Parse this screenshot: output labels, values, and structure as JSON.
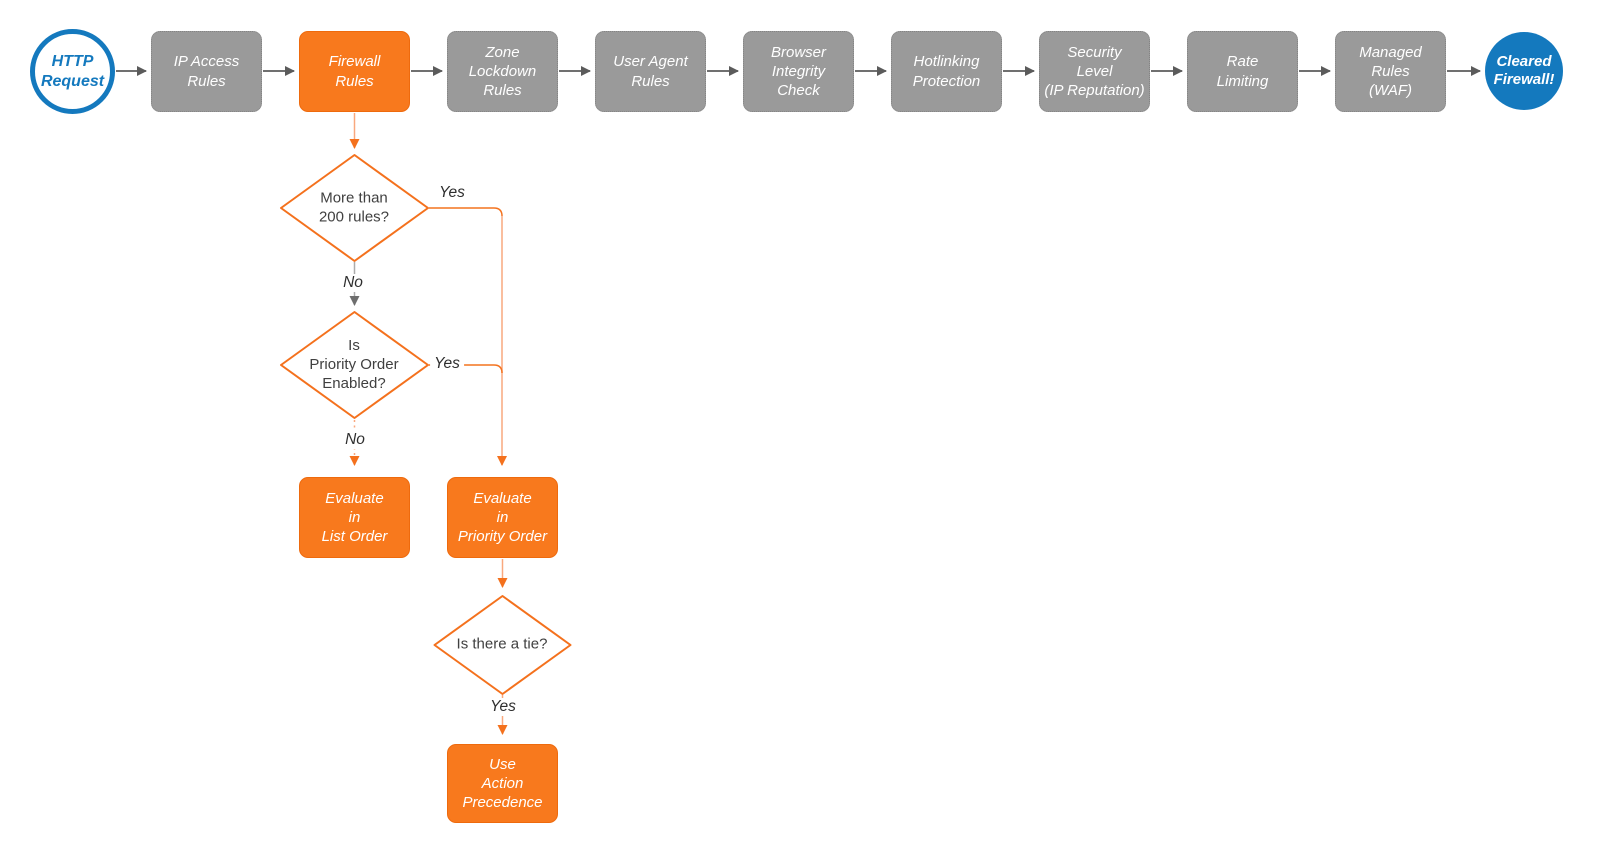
{
  "colors": {
    "highlight_orange": "#F8791D",
    "orange_stroke": "#F4711D",
    "orange_light_connector": "#F9A87E",
    "stage_gray": "#9A9A9A",
    "brand_blue": "#1479BE",
    "arrow_dark_gray": "#5B5B5B"
  },
  "start": {
    "label": "HTTP\nRequest"
  },
  "end": {
    "label": "Cleared\nFirewall!"
  },
  "stages": [
    {
      "label": "IP Access\nRules"
    },
    {
      "label": "Firewall\nRules"
    },
    {
      "label": "Zone\nLockdown\nRules"
    },
    {
      "label": "User Agent\nRules"
    },
    {
      "label": "Browser\nIntegrity\nCheck"
    },
    {
      "label": "Hotlinking\nProtection"
    },
    {
      "label": "Security\nLevel\n(IP Reputation)"
    },
    {
      "label": "Rate\nLimiting"
    },
    {
      "label": "Managed\nRules\n(WAF)"
    }
  ],
  "decisions": [
    {
      "label": "More than\n200 rules?"
    },
    {
      "label": "Is\nPriority Order\nEnabled?"
    },
    {
      "label": "Is there a tie?"
    }
  ],
  "actions": [
    {
      "label": "Evaluate\nin\nList Order"
    },
    {
      "label": "Evaluate\nin\nPriority Order"
    },
    {
      "label": "Use\nAction\nPrecedence"
    }
  ],
  "branch_labels": {
    "yes_200_rules": "Yes",
    "no_200_rules": "No",
    "yes_priority": "Yes",
    "no_priority": "No",
    "yes_tie": "Yes"
  }
}
